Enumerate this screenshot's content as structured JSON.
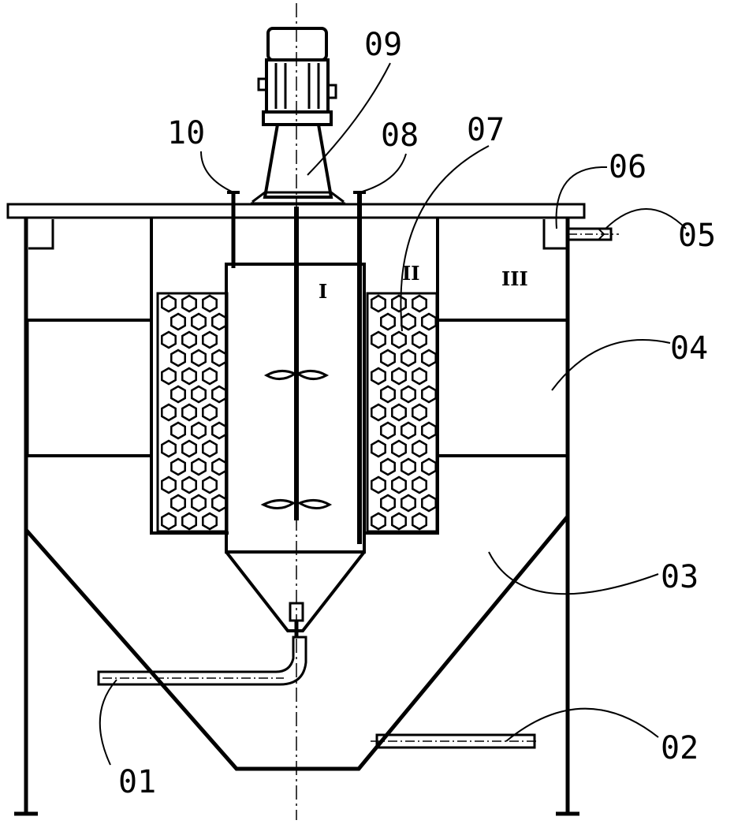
{
  "labels": {
    "l01": "01",
    "l02": "02",
    "l03": "03",
    "l04": "04",
    "l05": "05",
    "l06": "06",
    "l07": "07",
    "l08": "08",
    "l09": "09",
    "l10": "10"
  },
  "zones": {
    "z1": "I",
    "z2": "II",
    "z3": "III"
  }
}
